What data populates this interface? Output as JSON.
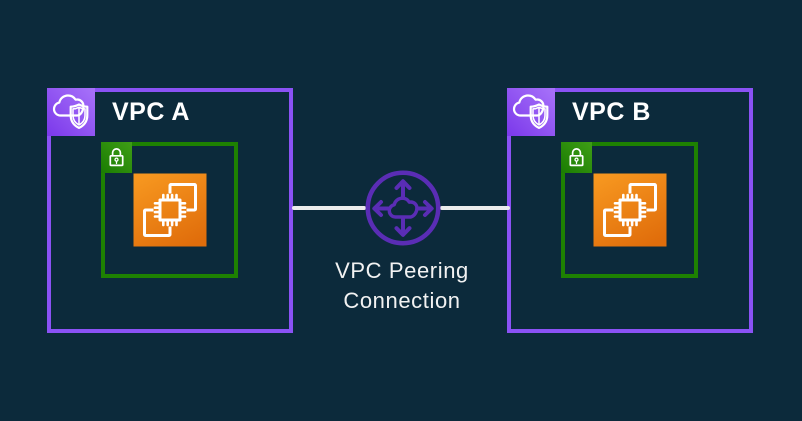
{
  "diagram_type": "aws-vpc-peering-architecture",
  "colors": {
    "background": "#0c2a3b",
    "vpc_border": "#8b52f5",
    "subnet_border": "#1e8102",
    "peering": "#5a2db5",
    "connector": "#ececec",
    "title_text": "#ffffff",
    "label_text": "#f2f2f2",
    "icon_glyph": "#ffffff"
  },
  "vpc_a": {
    "title": "VPC A",
    "icon": "vpc-cloud-shield-icon",
    "subnet_icon": "private-subnet-lock-icon",
    "instance_icon": "ec2-instances-icon"
  },
  "vpc_b": {
    "title": "VPC B",
    "icon": "vpc-cloud-shield-icon",
    "subnet_icon": "private-subnet-lock-icon",
    "instance_icon": "ec2-instances-icon"
  },
  "peering": {
    "icon": "vpc-peering-icon",
    "label_line1": "VPC Peering",
    "label_line2": "Connection"
  }
}
